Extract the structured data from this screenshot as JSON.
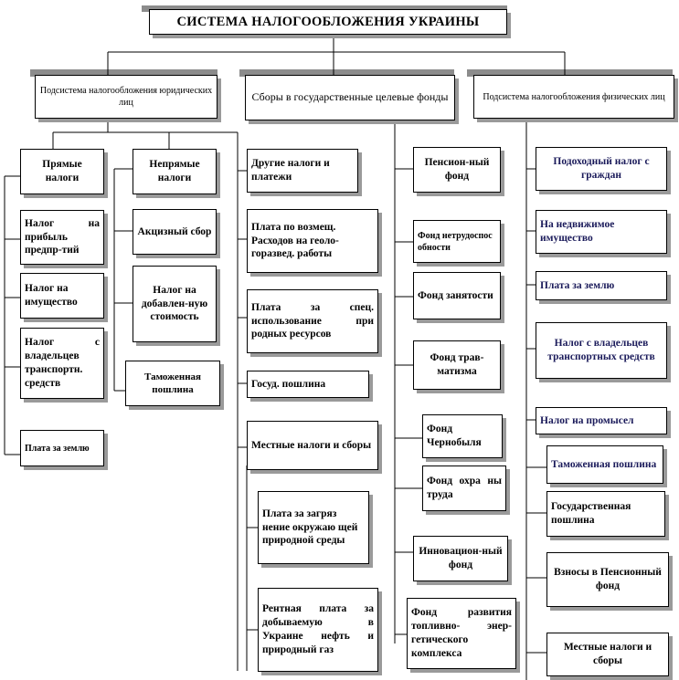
{
  "title": "СИСТЕМА НАЛОГООБЛОЖЕНИЯ УКРАИНЫ",
  "subsystems": {
    "legal": "Подсистема налогообложения юридических лиц",
    "funds": "Сборы в государственные целевые фонды",
    "physical": "Подсистема налогообложения физических лиц"
  },
  "direct": {
    "header": "Прямые налоги",
    "items": [
      "Налог на прибыль предпр-тий",
      "Налог на имущество",
      "Налог с владельцев транспортн. средств",
      "Плата за землю"
    ]
  },
  "indirect": {
    "header": "Непрямые налоги",
    "items": [
      "Акцизный сбор",
      "Налог на добавлен-ную стоимость",
      "Таможенная пошлина"
    ]
  },
  "other": {
    "header": "Другие налоги и платежи",
    "items": [
      "Плата по возмещ. Расходов на геоло-горазвед. работы",
      "Плата за спец. использование при родных ресурсов",
      "Госуд. пошлина",
      "Местные налоги и сборы"
    ],
    "local_items": [
      "Плата за загряз нение окружаю щей природной среды",
      "Рентная плата за добываемую в Украине нефть и природный газ"
    ]
  },
  "funds": [
    "Пенсион-ный фонд",
    "Фонд нетрудоспос обности",
    "Фонд занятости",
    "Фонд трав-матизма",
    "Фонд Чернобыля",
    "Фонд охра ны труда",
    "Инновацион-ный фонд",
    "Фонд развития топливно- энер-гетического комплекса"
  ],
  "physical_items": [
    "Подоходный налог с граждан",
    "На недвижимое имущество",
    "Плата за землю",
    "Налог с владельцев транспортных средств",
    "Налог на промысел",
    "Таможенная пошлина",
    "Государственная пошлина",
    "Взносы в Пенсионный фонд",
    "Местные налоги и сборы"
  ]
}
